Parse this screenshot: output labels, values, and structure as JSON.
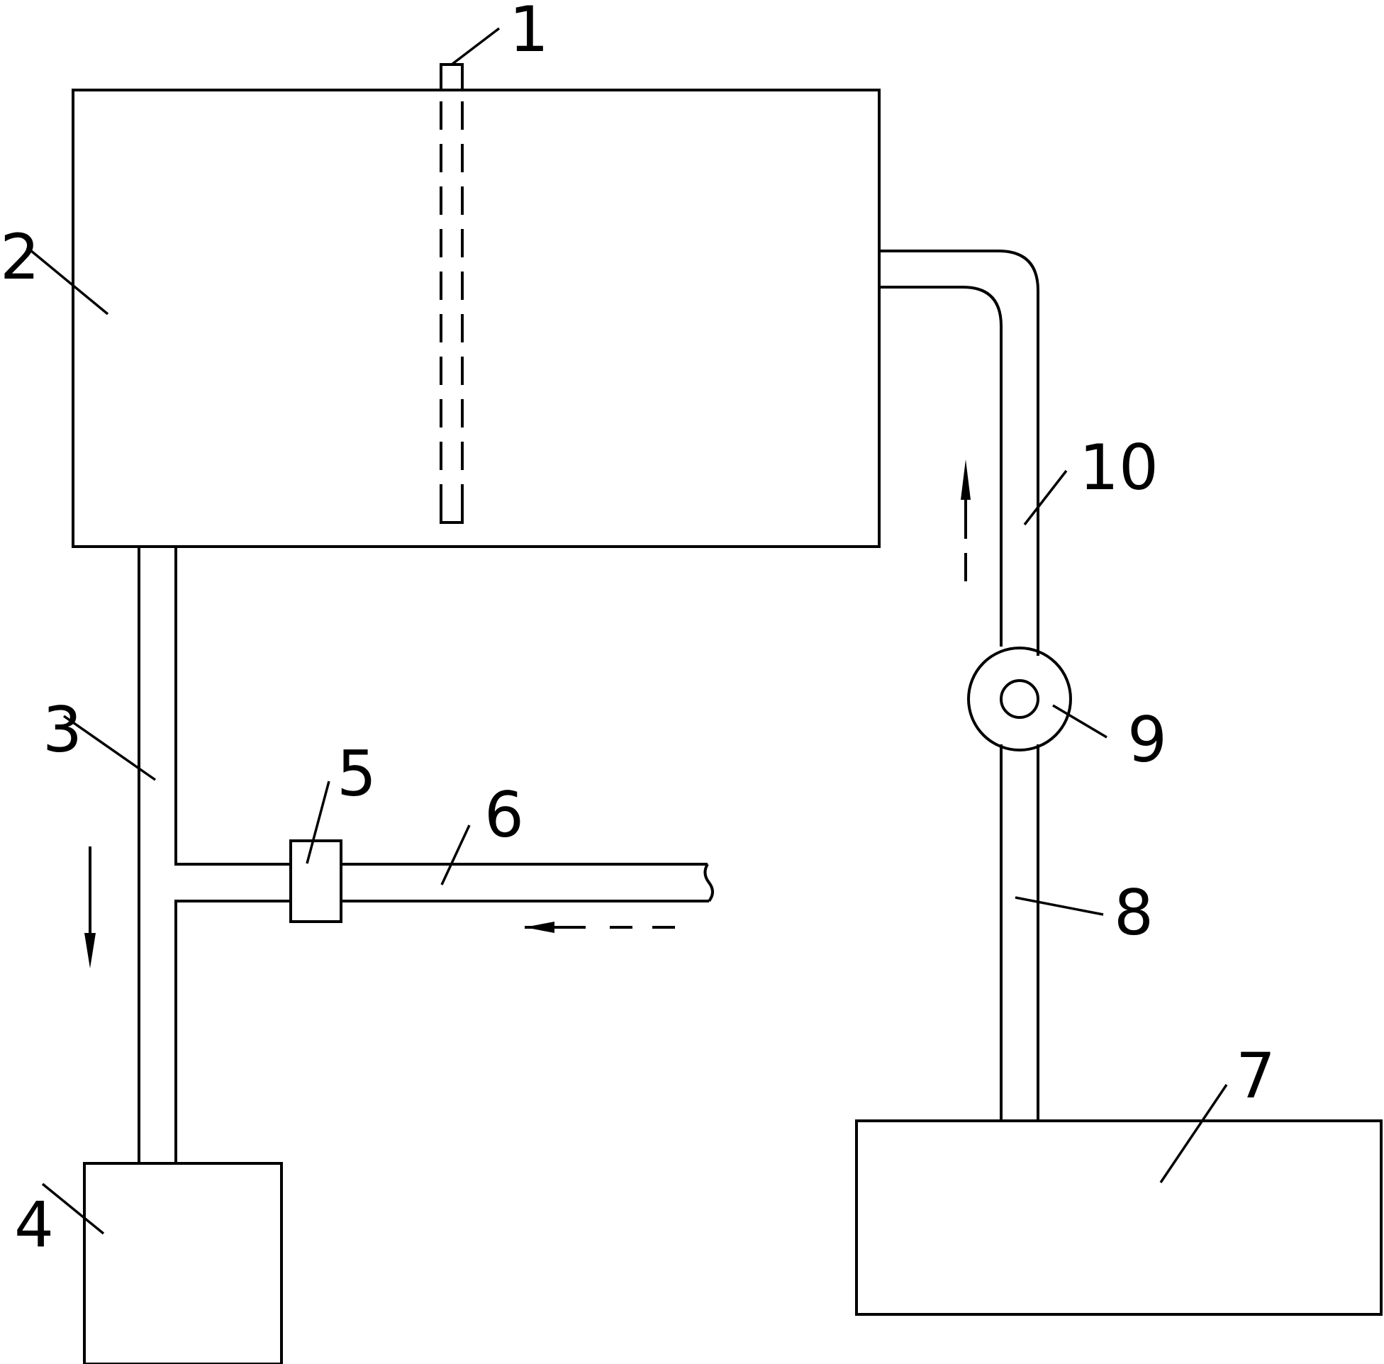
{
  "labels": {
    "part_1": "1",
    "part_2": "2",
    "part_3": "3",
    "part_4": "4",
    "part_5": "5",
    "part_6": "6",
    "part_7": "7",
    "part_8": "8",
    "part_9": "9",
    "part_10": "10"
  },
  "colors": {
    "line": "#000000",
    "background": "#ffffff"
  }
}
